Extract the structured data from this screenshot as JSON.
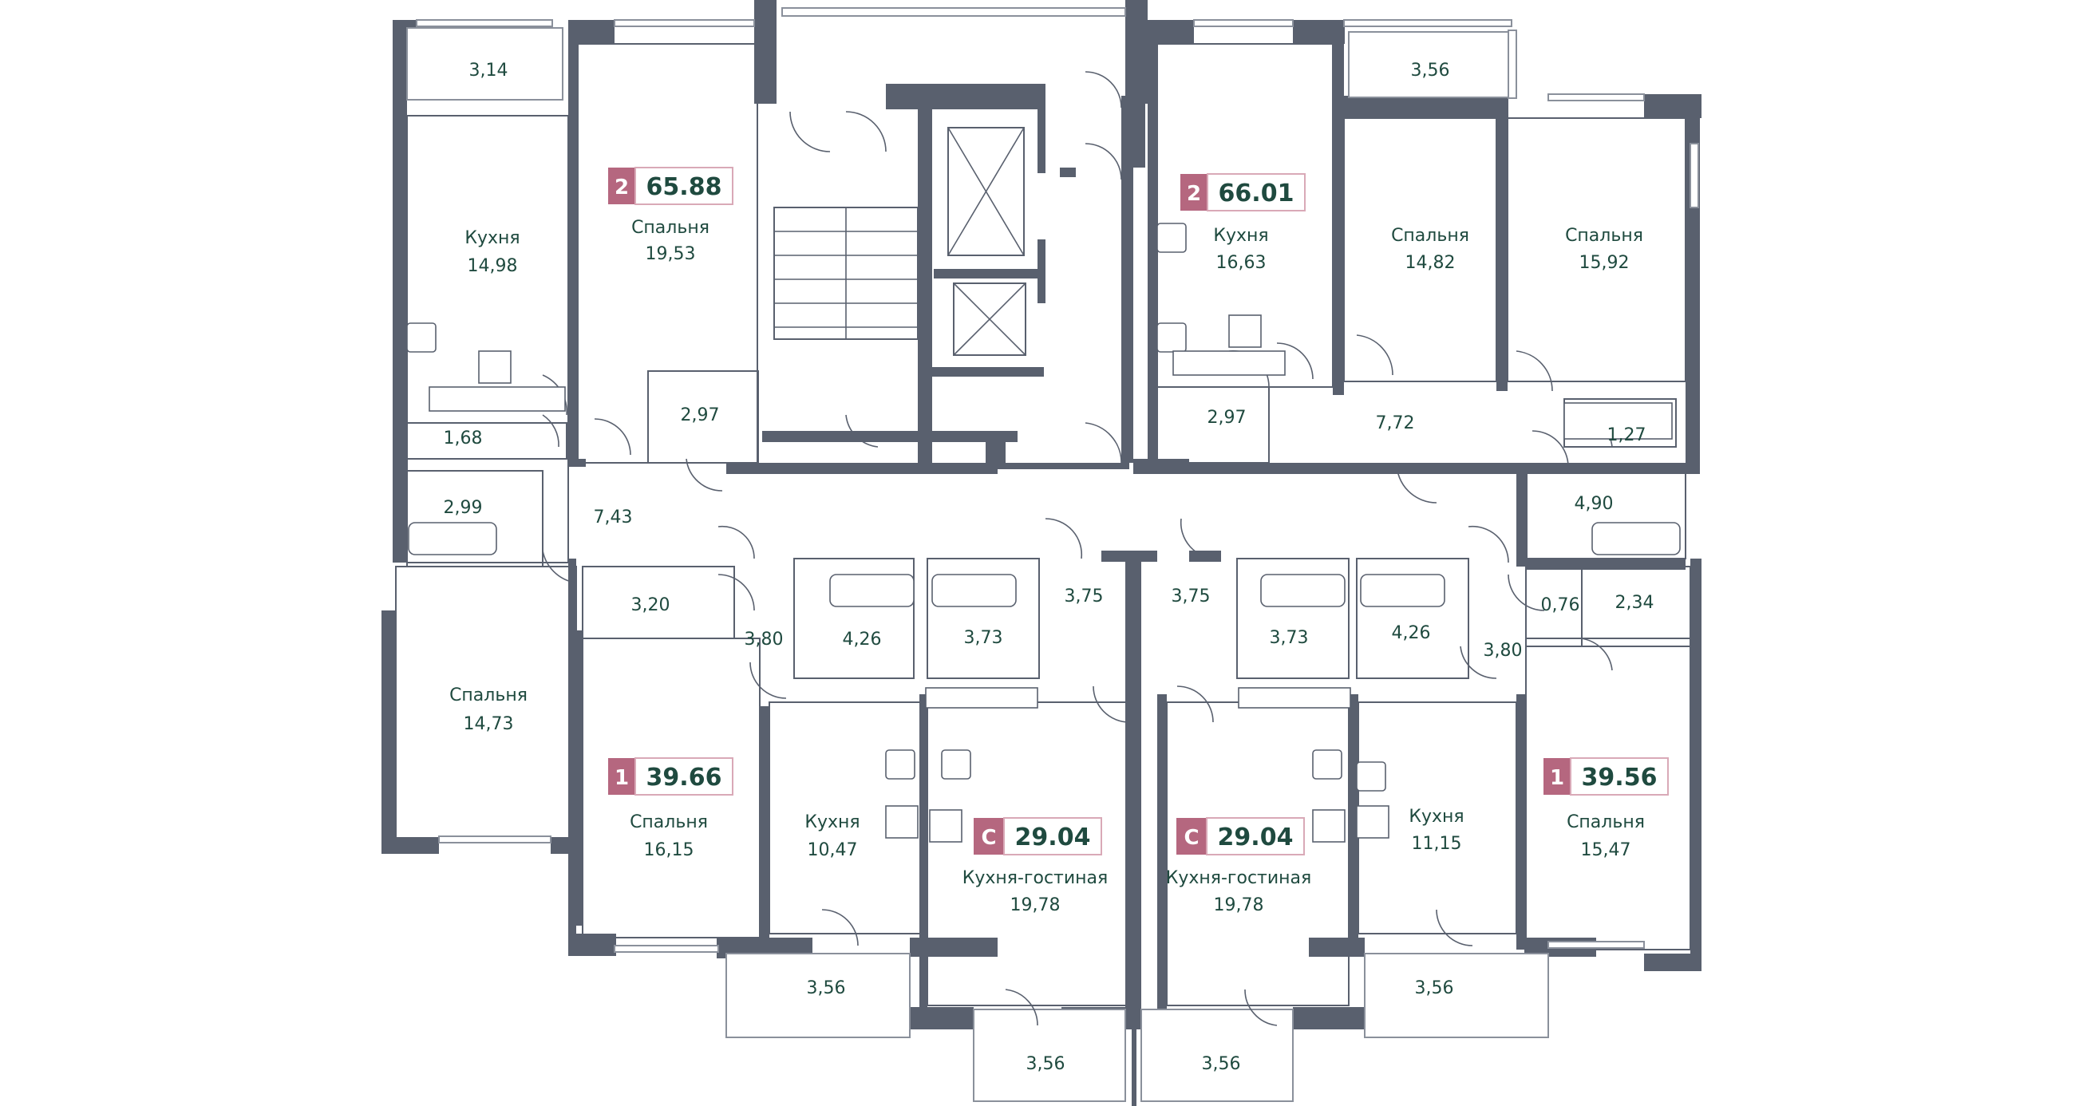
{
  "apartments": [
    {
      "id": "apt-top-left",
      "rooms_count": "2",
      "area": "65.88",
      "badge_color": "#b5677f"
    },
    {
      "id": "apt-top-right",
      "rooms_count": "2",
      "area": "66.01",
      "badge_color": "#b5677f"
    },
    {
      "id": "apt-bottom-left",
      "rooms_count": "1",
      "area": "39.66",
      "badge_color": "#b5677f"
    },
    {
      "id": "apt-bottom-right",
      "rooms_count": "1",
      "area": "39.56",
      "badge_color": "#b5677f"
    },
    {
      "id": "apt-studio-left",
      "rooms_count": "С",
      "area": "29.04",
      "badge_color": "#b5677f"
    },
    {
      "id": "apt-studio-right",
      "rooms_count": "С",
      "area": "29.04",
      "badge_color": "#b5677f"
    }
  ],
  "rooms": [
    {
      "key": "balcony-tl",
      "name": "",
      "area": "3,14"
    },
    {
      "key": "kitchen-tl",
      "name": "Кухня",
      "area": "14,98"
    },
    {
      "key": "bedroom-tl",
      "name": "Спальня",
      "area": "19,53"
    },
    {
      "key": "closet-tl",
      "name": "",
      "area": "2,97"
    },
    {
      "key": "wc-tl",
      "name": "",
      "area": "1,68"
    },
    {
      "key": "bath-tl",
      "name": "",
      "area": "2,99"
    },
    {
      "key": "hall-tl",
      "name": "",
      "area": "7,43"
    },
    {
      "key": "bedroom-ml",
      "name": "Спальня",
      "area": "14,73"
    },
    {
      "key": "balcony-tr1",
      "name": "",
      "area": "3,56"
    },
    {
      "key": "kitchen-tr",
      "name": "Кухня",
      "area": "16,63"
    },
    {
      "key": "bedroom-tr1",
      "name": "Спальня",
      "area": "14,82"
    },
    {
      "key": "bedroom-tr2",
      "name": "Спальня",
      "area": "15,92"
    },
    {
      "key": "bath-tr",
      "name": "",
      "area": "2,97"
    },
    {
      "key": "hall-tr",
      "name": "",
      "area": "7,72"
    },
    {
      "key": "wc-tr",
      "name": "",
      "area": "1,27"
    },
    {
      "key": "bath-tr2",
      "name": "",
      "area": "4,90"
    },
    {
      "key": "closet-bl",
      "name": "",
      "area": "3,20"
    },
    {
      "key": "hall-bl",
      "name": "",
      "area": "3,80"
    },
    {
      "key": "bath-bl",
      "name": "",
      "area": "4,26"
    },
    {
      "key": "bedroom-bl",
      "name": "Спальня",
      "area": "16,15"
    },
    {
      "key": "kitchen-bl",
      "name": "Кухня",
      "area": "10,47"
    },
    {
      "key": "balcony-bl",
      "name": "",
      "area": "3,56"
    },
    {
      "key": "bath-sl",
      "name": "",
      "area": "3,73"
    },
    {
      "key": "hall-sl",
      "name": "",
      "area": "3,75"
    },
    {
      "key": "living-sl",
      "name": "Кухня-гостиная",
      "area": "19,78"
    },
    {
      "key": "balcony-sl",
      "name": "",
      "area": "3,56"
    },
    {
      "key": "hall-sr",
      "name": "",
      "area": "3,75"
    },
    {
      "key": "bath-sr",
      "name": "",
      "area": "3,73"
    },
    {
      "key": "living-sr",
      "name": "Кухня-гостиная",
      "area": "19,78"
    },
    {
      "key": "balcony-sr",
      "name": "",
      "area": "3,56"
    },
    {
      "key": "bath-br",
      "name": "",
      "area": "4,26"
    },
    {
      "key": "hall-br",
      "name": "",
      "area": "3,80"
    },
    {
      "key": "wc-br",
      "name": "",
      "area": "0,76"
    },
    {
      "key": "closet-br",
      "name": "",
      "area": "2,34"
    },
    {
      "key": "kitchen-br",
      "name": "Кухня",
      "area": "11,15"
    },
    {
      "key": "bedroom-br",
      "name": "Спальня",
      "area": "15,47"
    },
    {
      "key": "balcony-br",
      "name": "",
      "area": "3,56"
    }
  ],
  "colors": {
    "wall": "#59606e",
    "badge": "#b5677f",
    "text": "#1f4a3f"
  }
}
